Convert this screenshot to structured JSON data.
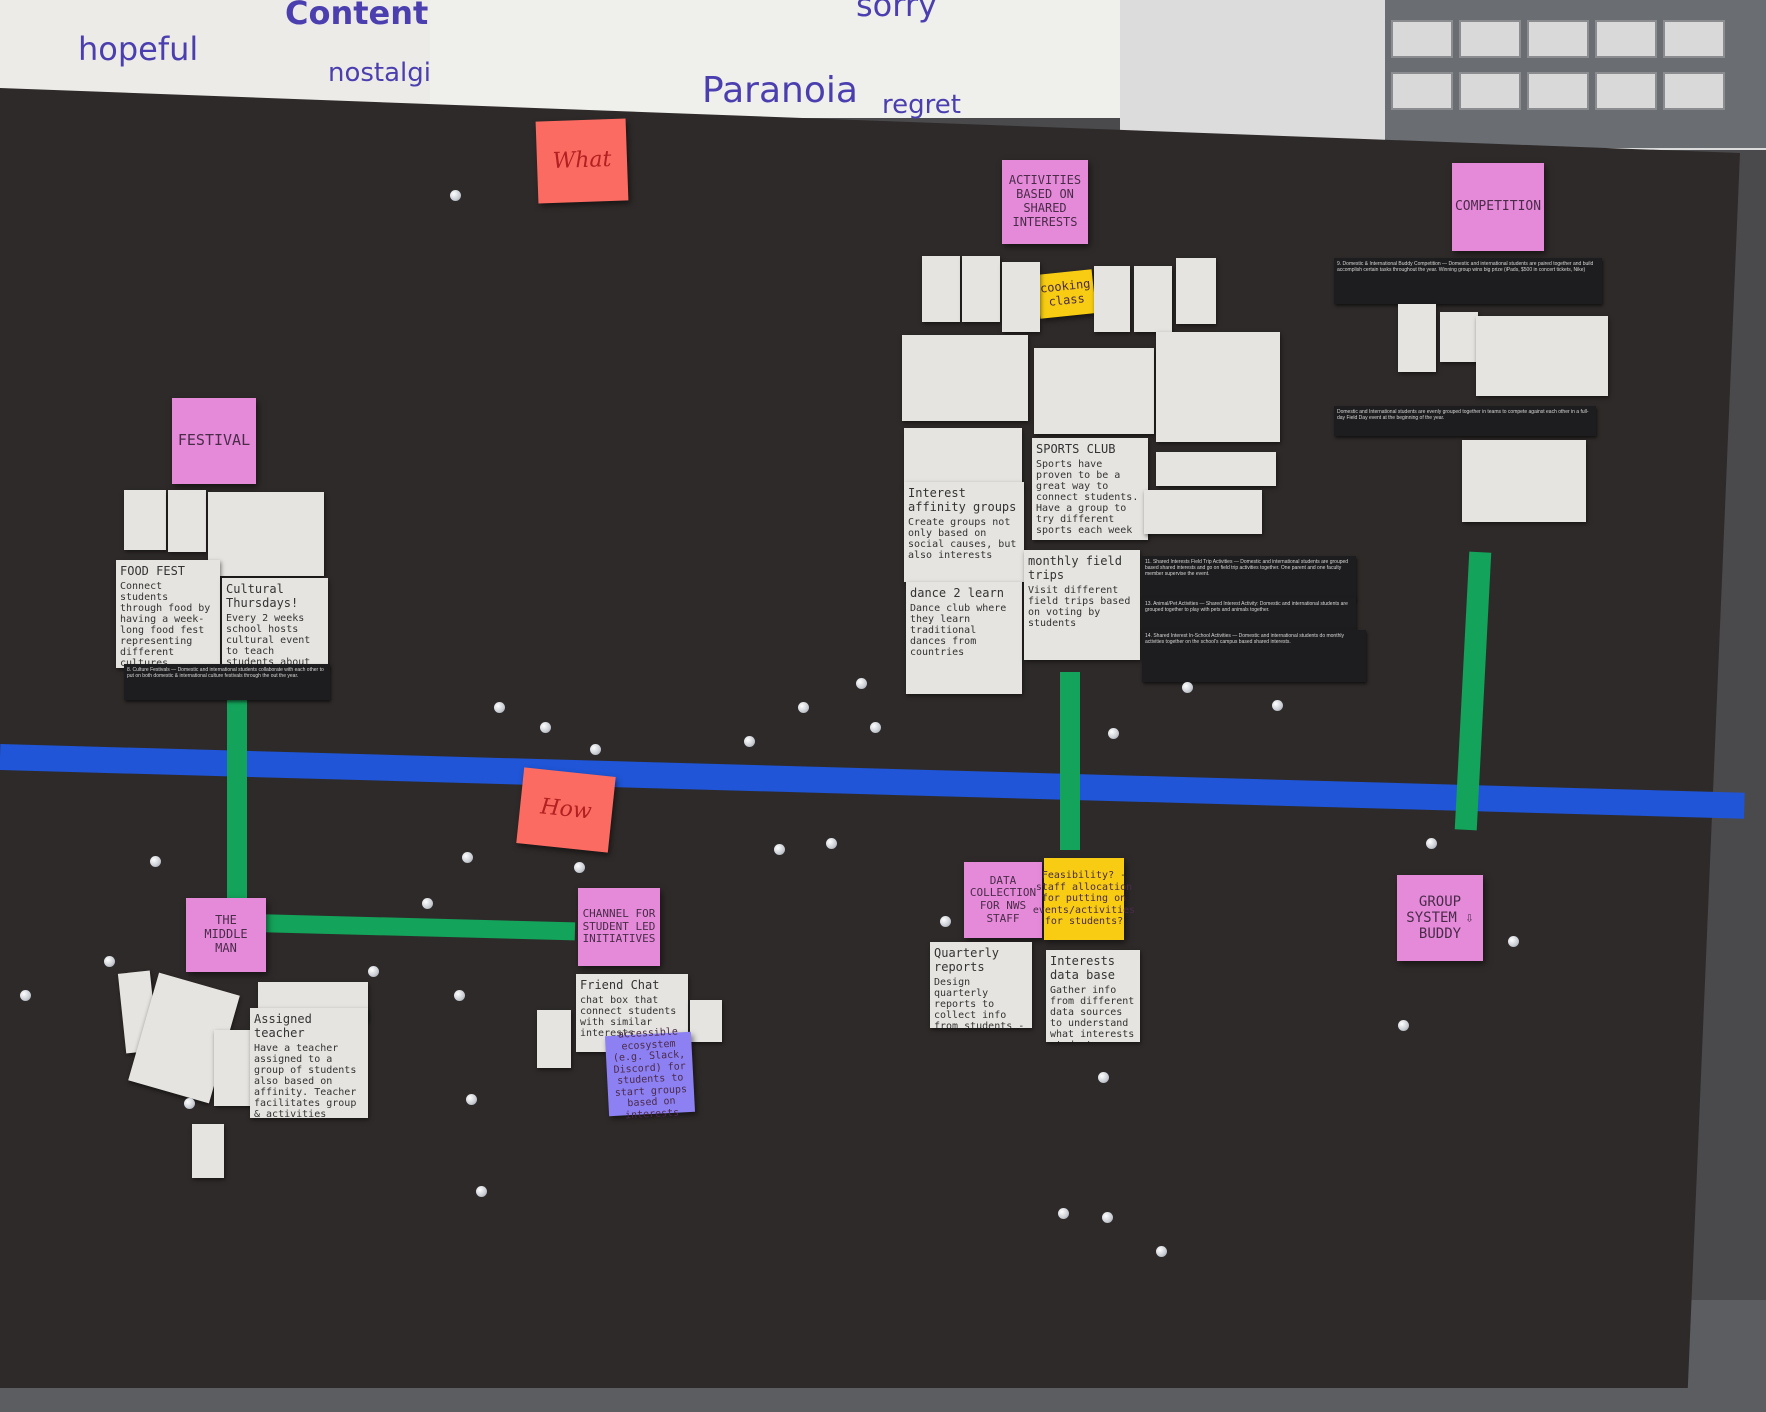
{
  "whiteboard": {
    "words": [
      "hopeful",
      "Contentment",
      "nostalgic",
      "sorry",
      "Paranoia",
      "regret"
    ]
  },
  "board": {
    "section_labels": {
      "top": "What",
      "bottom": "How"
    },
    "headers": {
      "festival": "FESTIVAL",
      "activities": "ACTIVITIES BASED ON SHARED INTERESTS",
      "competition": "COMPETITION",
      "middle_man": "THE MIDDLE MAN",
      "channel": "CHANNEL FOR STUDENT LED INITIATIVES",
      "data_collection": "DATA COLLECTION FOR NWS STAFF",
      "feasibility": "Feasibility? - staff allocation for putting on events/activities for students?",
      "group_system": "GROUP SYSTEM ⇩ BUDDY",
      "cooking": "cooking class"
    },
    "cards": {
      "food_fest": {
        "title": "FOOD FEST",
        "body": "Connect students through food by having a week-long food fest representing different cultures"
      },
      "cultural_thursdays": {
        "title": "Cultural Thursdays!",
        "body": "Every 2 weeks school hosts cultural event to teach students about different culture"
      },
      "sports_club": {
        "title": "SPORTS CLUB",
        "body": "Sports have proven to be a great way to connect students. Have a group to try different sports each week"
      },
      "interest_affinity": {
        "title": "Interest affinity groups",
        "body": "Create groups not only based on social causes, but also interests"
      },
      "dance_2_learn": {
        "title": "dance 2 learn",
        "body": "Dance club where they learn traditional dances from countries"
      },
      "monthly_field_trips": {
        "title": "monthly field trips",
        "body": "Visit different field trips based on voting by students"
      },
      "assigned_teacher": {
        "title": "Assigned teacher",
        "body": "Have a teacher assigned to a group of students also based on affinity. Teacher facilitates group & activities together."
      },
      "friend_chat": {
        "title": "Friend Chat",
        "body": "chat box that connect students with similar interests"
      },
      "ecosystem": {
        "title": "",
        "body": "accessible ecosystem (e.g. Slack, Discord) for students to start groups based on interests"
      },
      "quarterly_reports": {
        "title": "Quarterly reports",
        "body": "Design quarterly reports to collect info from students - feelings + interests"
      },
      "interests_database": {
        "title": "Interests data base",
        "body": "Gather info from different data sources to understand what interests students + plan activities accordingly"
      }
    },
    "strips": {
      "culture_festivals": "8. Culture Festivals — Domestic and international students collaborate with each other to put on both domestic & international culture festivals through the out the year.",
      "buddy_competition": "9. Domestic & International Buddy Competition — Domestic and international students are paired together and build accomplish certain tasks throughout the year. Winning group wins big prize (iPads, $500 in concert tickets, Nike)",
      "field_day": "Domestic and International students are evenly grouped together in teams to compete against each other in a full-day Field Day event at the beginning of the year.",
      "field_trip": "11. Shared Interests Field Trip Activities — Domestic and international students are grouped based shared interests and go on field trip activities together. One parent and one faculty member supervise the event.",
      "animal_pet": "13. Animal/Pet Activities — Shared Interest Activity: Domestic and international students are grouped together to play with pets and animals together.",
      "in_school": "14. Shared Interest In-School Activities — Domestic and international students do monthly activities together on the school's campus based shared interests."
    }
  }
}
